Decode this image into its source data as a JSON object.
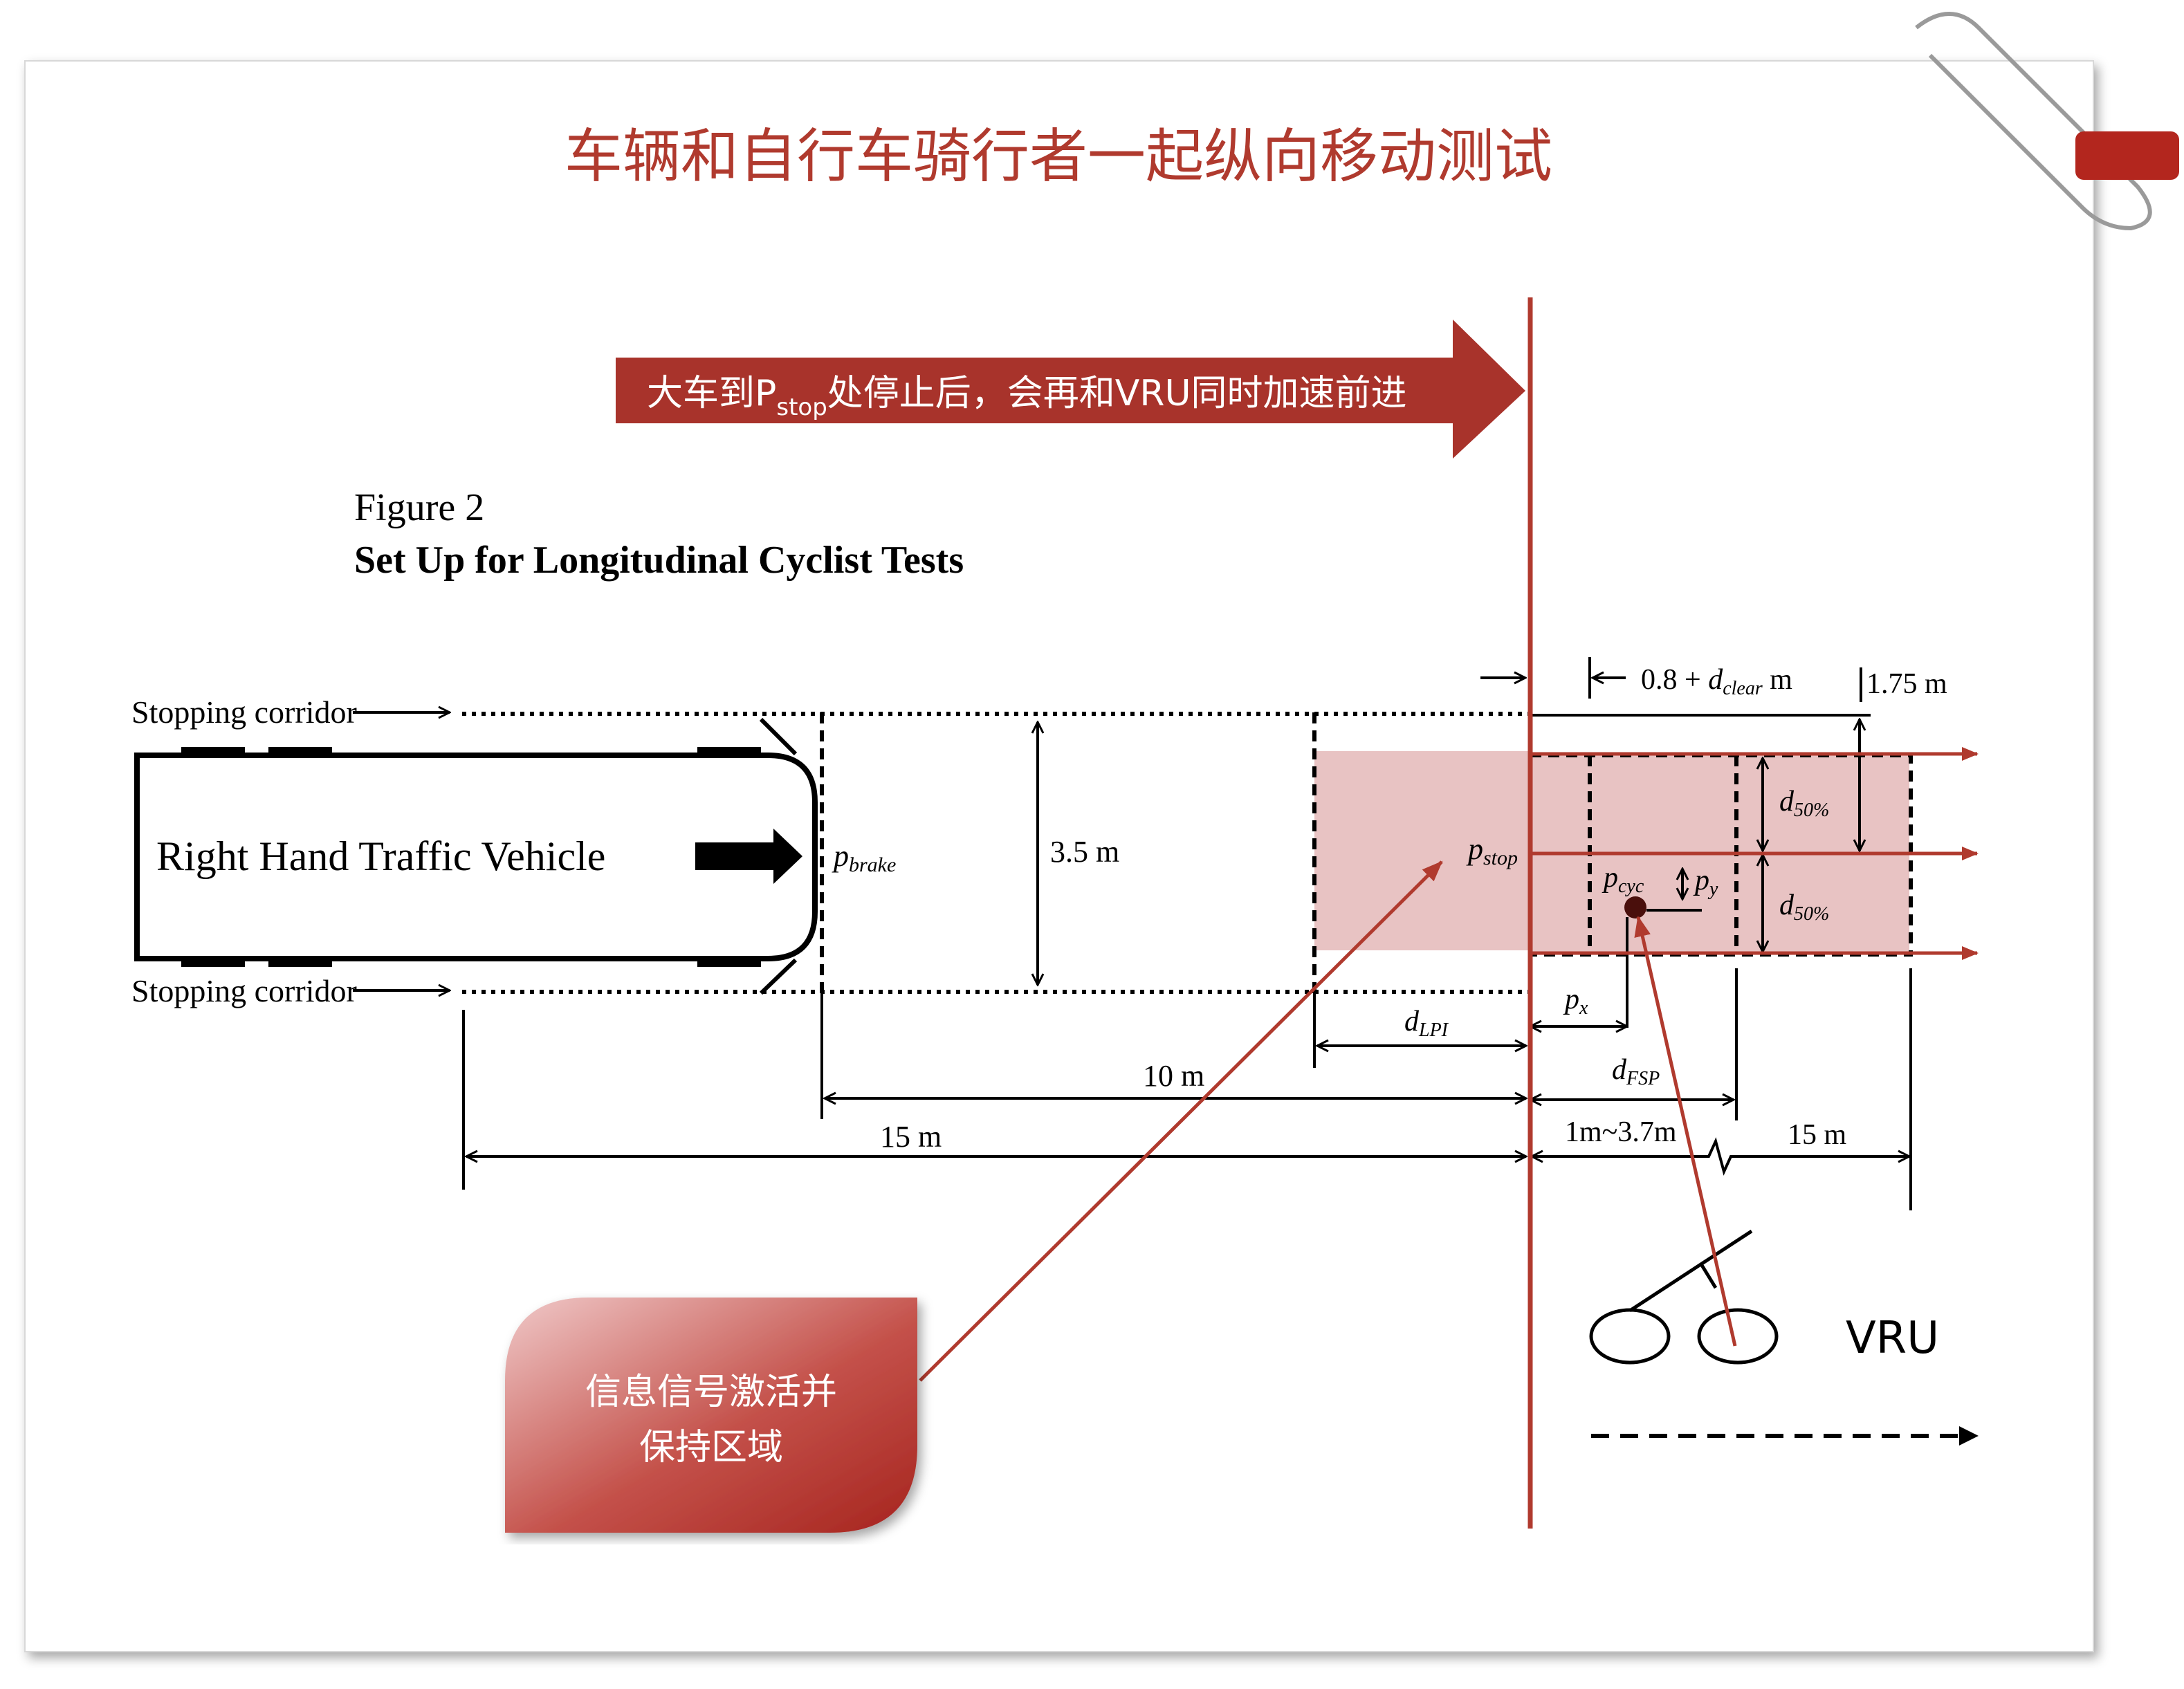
{
  "slide": {
    "title": "车辆和自行车骑行者一起纵向移动测试",
    "banner": {
      "text_before": "大车到P",
      "text_sub": "stop",
      "text_after": "处停止后，会再和VRU同时加速前进"
    },
    "callout": {
      "line1": "信息信号激活并",
      "line2": "保持区域"
    },
    "vru_label": "VRU"
  },
  "figure": {
    "number": "Figure 2",
    "caption": "Set Up for Longitudinal Cyclist Tests",
    "corridor_top": "Stopping corridor",
    "corridor_bottom": "Stopping corridor",
    "vehicle_label": "Right Hand Traffic Vehicle",
    "p_brake": {
      "base": "p",
      "sub": "brake"
    },
    "p_stop": {
      "base": "p",
      "sub": "stop"
    },
    "p_cyc": {
      "base": "p",
      "sub": "cyc"
    },
    "p_y": {
      "base": "p",
      "sub": "y"
    },
    "p_x": {
      "base": "p",
      "sub": "x"
    },
    "d_lpi": {
      "base": "d",
      "sub": "LPI"
    },
    "d_fsp": {
      "base": "d",
      "sub": "FSP"
    },
    "d50_top": {
      "base": "d",
      "sub": "50%"
    },
    "d50_bottom": {
      "base": "d",
      "sub": "50%"
    },
    "clear_dim": {
      "prefix": "0.8 + ",
      "base": "d",
      "sub": "clear",
      "suffix": " m"
    },
    "width_175": "1.75 m",
    "width_35": "3.5 m",
    "dist_10": "10 m",
    "dist_15_left": "15 m",
    "dist_1_37": "1m~3.7m",
    "dist_15_right": "15 m"
  },
  "colors": {
    "accent_red": "#b03a2e",
    "dark_red": "#a52a22",
    "zone_fill": "#e8c3c3",
    "black": "#000000"
  }
}
